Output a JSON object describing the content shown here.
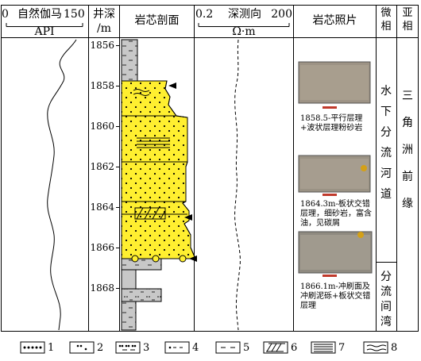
{
  "headers": {
    "gamma_min": "0",
    "gamma_title": "自然伽马",
    "gamma_max": "150",
    "gamma_unit": "API",
    "depth_title": "井深",
    "depth_unit": "/m",
    "profile_title": "岩芯剖面",
    "res_min": "0.2",
    "res_title": "深测向",
    "res_max": "200",
    "res_unit": "Ω·m",
    "photo_title": "岩芯照片",
    "micro_title": "微相",
    "sub_title": "亚相"
  },
  "depth_ticks": [
    "1856",
    "1858",
    "1860",
    "1862",
    "1864",
    "1866",
    "1868"
  ],
  "photos": [
    {
      "caption": "1858.5-平行层理+波状层理粉砂岩"
    },
    {
      "caption": "1864.3m-板状交错层理，细砂岩，富含油，见碳屑"
    },
    {
      "caption": "1866.1m-冲刷面及冲刷泥砾+板状交错层理"
    }
  ],
  "microfacies": [
    {
      "label": "水下分流河道"
    },
    {
      "label": "分流间湾"
    }
  ],
  "subfacies": {
    "label": "三角洲前缘"
  },
  "legend": [
    {
      "num": "1",
      "icon": "dense-dots-icon"
    },
    {
      "num": "2",
      "icon": "sparse-dots-icon"
    },
    {
      "num": "3",
      "icon": "dots-dashes-icon"
    },
    {
      "num": "4",
      "icon": "dot-dash-icon"
    },
    {
      "num": "5",
      "icon": "dashes-icon"
    },
    {
      "num": "6",
      "icon": "cross-bedding-icon"
    },
    {
      "num": "7",
      "icon": "parallel-bedding-icon"
    },
    {
      "num": "8",
      "icon": "wavy-bedding-icon"
    }
  ],
  "colors": {
    "sand": "#ffef30",
    "mud": "#c8c8c8",
    "gray": "#b4b4b4",
    "line": "#000000"
  }
}
